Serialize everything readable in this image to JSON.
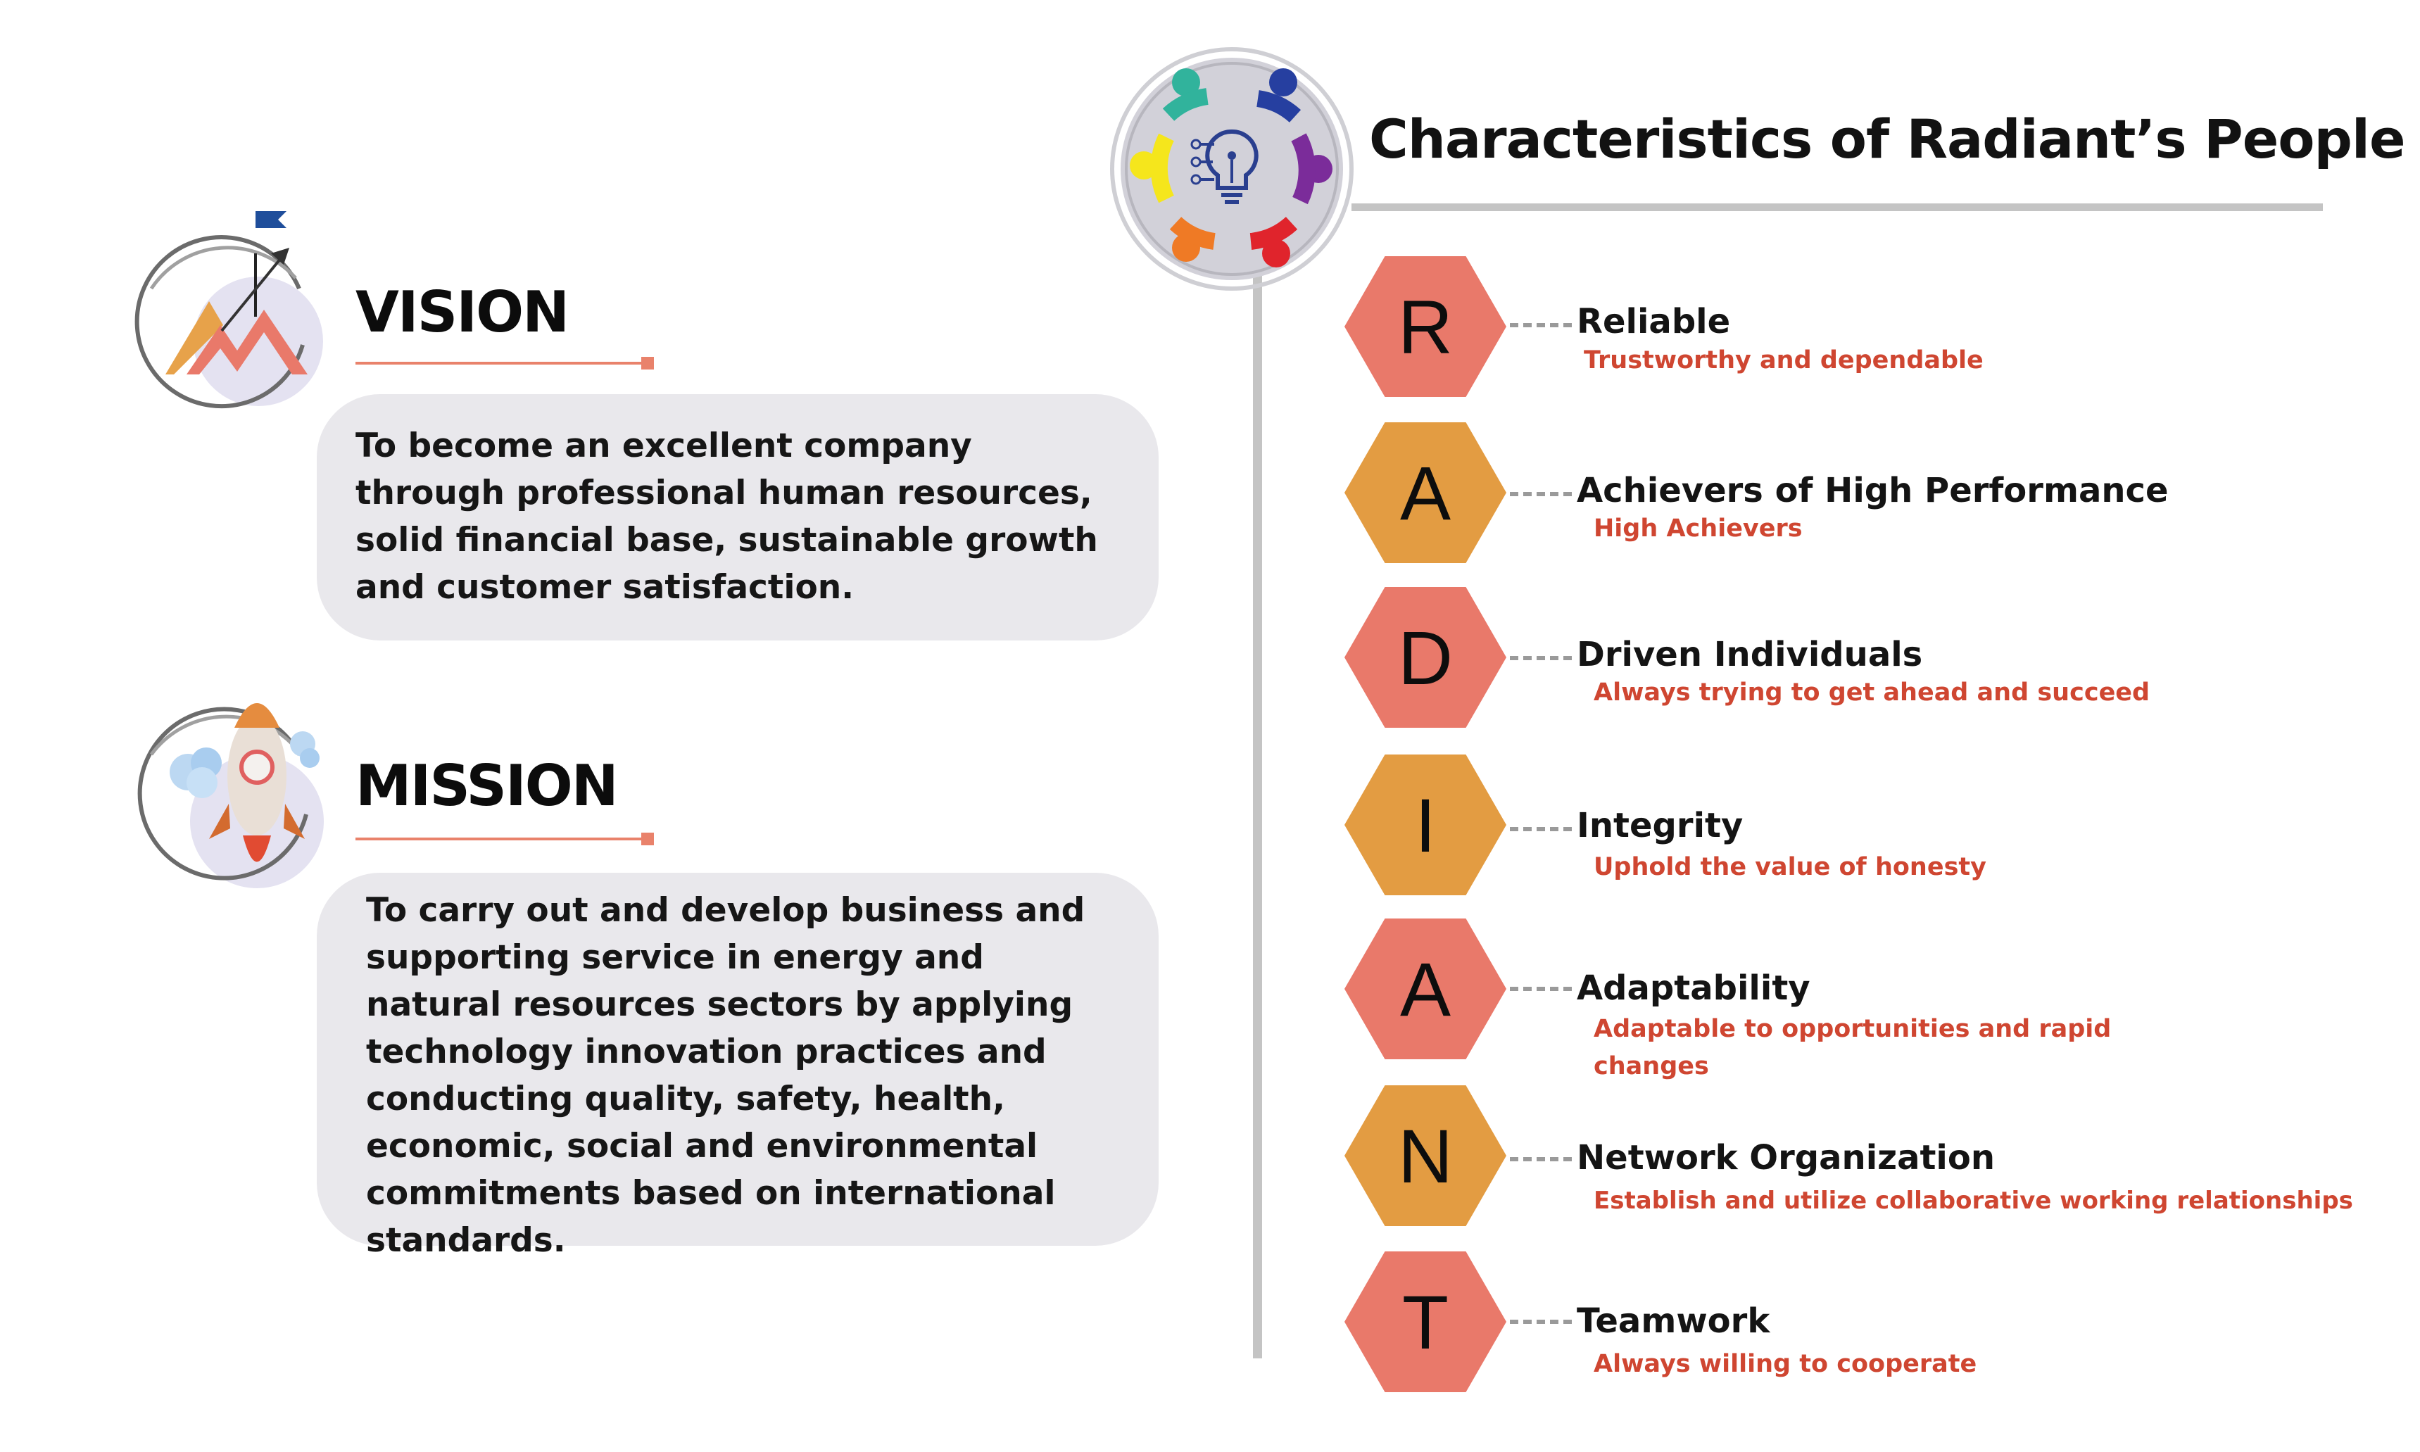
{
  "vision": {
    "title": "VISION",
    "text": "To become an excellent company through professional human resources, solid financial base, sustainable growth and customer satisfaction.",
    "icon": "mountain-peak-flag-icon"
  },
  "mission": {
    "title": "MISSION",
    "text": "To carry out and develop business and supporting service in energy and natural resources sectors by applying technology innovation practices and conducting quality, safety, health, economic, social and environmental commitments based on international standards.",
    "icon": "rocket-launch-icon"
  },
  "characteristics": {
    "title": "Characteristics of Radiant’s People",
    "icon": "team-lightbulb-icon",
    "items": [
      {
        "letter": "R",
        "name": "Reliable",
        "description": "Trustworthy and dependable",
        "color": "#e9796a"
      },
      {
        "letter": "A",
        "name": "Achievers of High Performance",
        "description": "High Achievers",
        "color": "#e39c42"
      },
      {
        "letter": "D",
        "name": "Driven Individuals",
        "description": "Always trying to get ahead and succeed",
        "color": "#e9796a"
      },
      {
        "letter": "I",
        "name": "Integrity",
        "description": "Uphold the value of honesty",
        "color": "#e39c42"
      },
      {
        "letter": "A",
        "name": "Adaptability",
        "description": "Adaptable to opportunities and rapid changes",
        "color": "#e9796a"
      },
      {
        "letter": "N",
        "name": "Network Organization",
        "description": "Establish and utilize collaborative working relationships",
        "color": "#e39c42"
      },
      {
        "letter": "T",
        "name": "Teamwork",
        "description": "Always willing to cooperate",
        "color": "#e9796a"
      }
    ]
  },
  "colors": {
    "accent_salmon": "#e9796a",
    "accent_orange": "#e39c42",
    "description_red": "#cf4631",
    "card_background": "#e9e8ec",
    "divider_gray": "#c4c4c4"
  }
}
